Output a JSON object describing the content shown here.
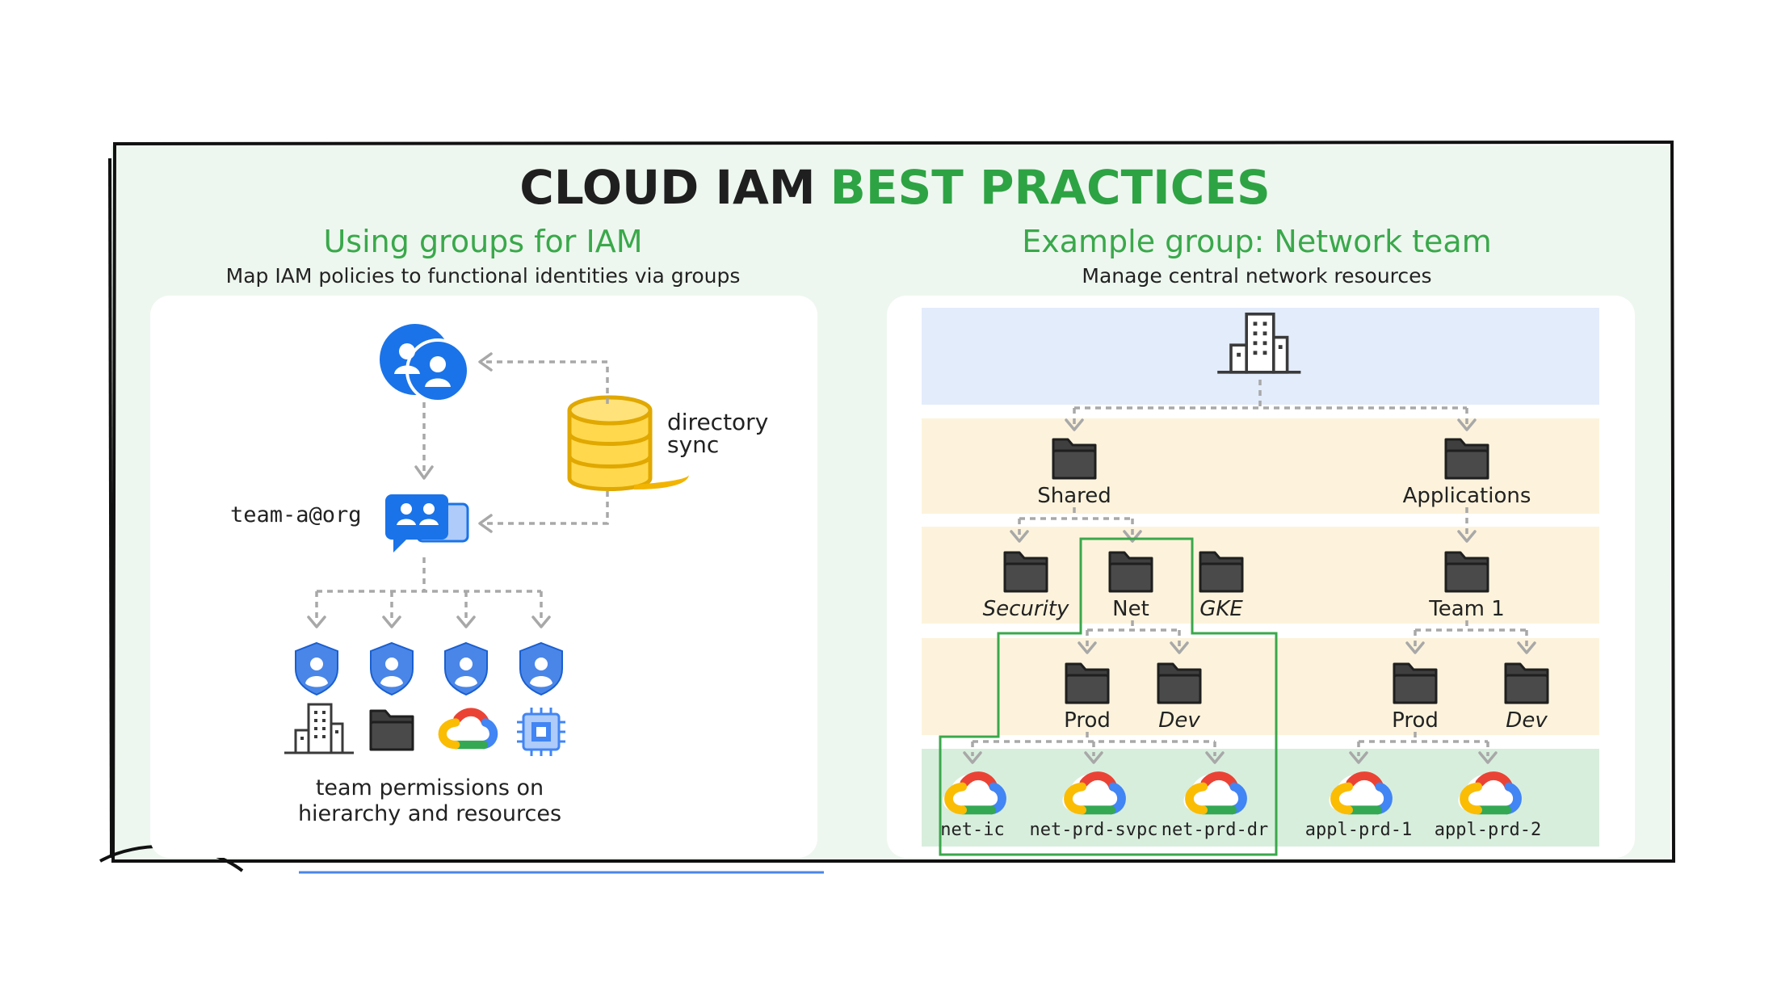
{
  "title": {
    "part1": "CLOUD IAM",
    "part2": "BEST PRACTICES"
  },
  "left_panel": {
    "heading": "Using groups for IAM",
    "subheading": "Map IAM policies to functional identities via groups",
    "directory_label_line1": "directory",
    "directory_label_line2": "sync",
    "group_email": "team-a@org",
    "caption_line1": "team permissions on",
    "caption_line2": "hierarchy and resources",
    "resource_icons": [
      "building-icon",
      "folder-icon",
      "google-cloud-icon",
      "chip-icon"
    ]
  },
  "right_panel": {
    "heading": "Example group: Network team",
    "subheading": "Manage central network resources",
    "folders": {
      "shared": "Shared",
      "applications": "Applications",
      "security": "Security",
      "net": "Net",
      "gke": "GKE",
      "team1": "Team 1",
      "net_prod": "Prod",
      "net_dev": "Dev",
      "team_prod": "Prod",
      "team_dev": "Dev"
    },
    "projects": [
      "net-ic",
      "net-prd-svpc",
      "net-prd-dr",
      "appl-prd-1",
      "appl-prd-2"
    ]
  },
  "colors": {
    "accent_green": "#2ea344",
    "google_blue": "#1a73e8",
    "db_yellow": "#f6c32c",
    "org_band": "#e3ecfb",
    "folder_band": "#fdf3dc",
    "project_band": "#d8eedd",
    "panel_bg": "#eef7ef"
  }
}
